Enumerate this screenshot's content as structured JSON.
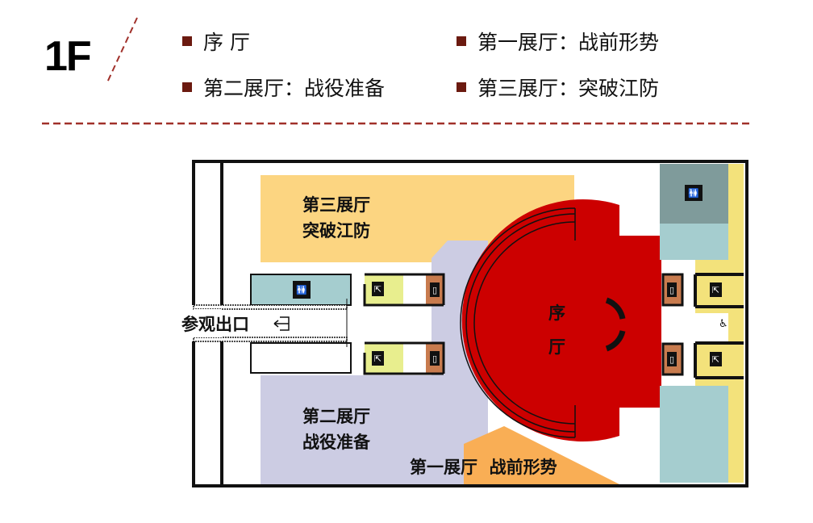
{
  "floor_label": "1F",
  "legend": [
    {
      "label": "序 厅"
    },
    {
      "label": "第一展厅：战前形势"
    },
    {
      "label": "第二展厅：战役准备"
    },
    {
      "label": "第三展厅：突破江防"
    }
  ],
  "plan": {
    "hall3": [
      "第三展厅",
      "突破江防"
    ],
    "hall2": [
      "第二展厅",
      "战役准备"
    ],
    "hall1": "第一展厅  战前形势",
    "prelude": [
      "序",
      "厅"
    ],
    "exit_label": "参观出口"
  },
  "colors": {
    "accent": "#6B1A10",
    "hall3": "#FCD581",
    "hall2": "#CCCCE3",
    "hall1": "#F9AE55",
    "prelude": "#CC0000",
    "service": "#A5CDCF",
    "restroom_dark": "#7F9B9B",
    "stair": "#F3E27B",
    "exit_room": "#E8EE8E",
    "elevator": "#C87B4E"
  }
}
